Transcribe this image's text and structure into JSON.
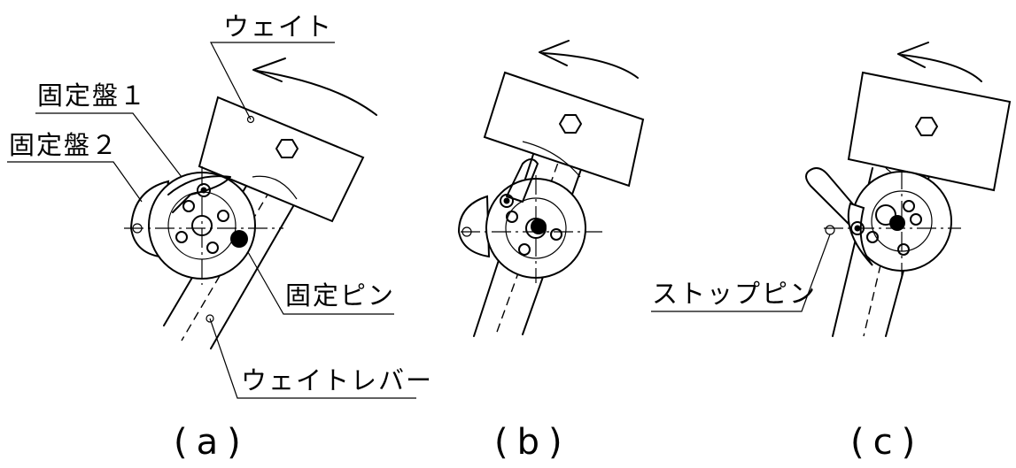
{
  "labels": {
    "weight": "ウェイト",
    "fixed_plate_1": "固定盤１",
    "fixed_plate_2": "固定盤２",
    "fixed_pin": "固定ピン",
    "weight_lever": "ウェイトレバー",
    "stop_pin": "ストップピン"
  },
  "captions": {
    "a": "(a)",
    "b": "(b)",
    "c": "(c)"
  },
  "colors": {
    "line": "#000000",
    "background": "#ffffff"
  }
}
